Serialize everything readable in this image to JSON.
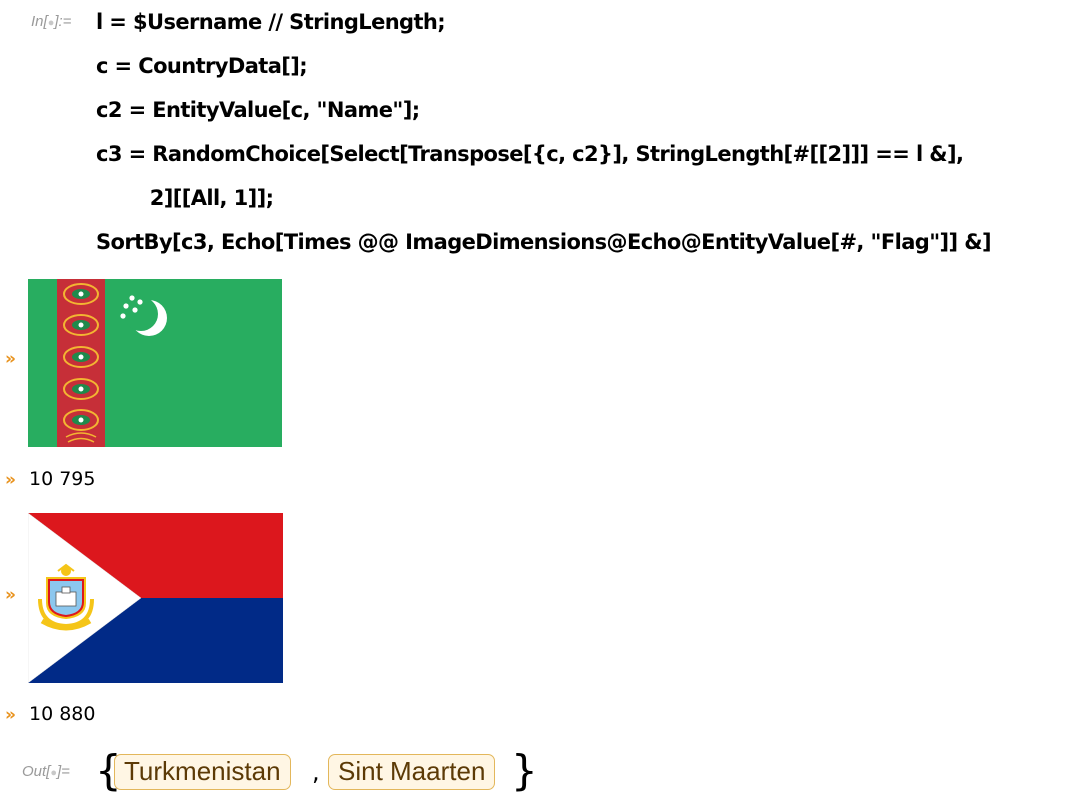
{
  "input": {
    "label_prefix": "In[",
    "label_suffix": "]:=",
    "lines": [
      "l = $Username // StringLength;",
      "c = CountryData[];",
      "c2 = EntityValue[c, \"Name\"];",
      "c3 = RandomChoice[Select[Transpose[{c, c2}], StringLength[#[[2]]] == l &],",
      "        2][[All, 1]];",
      "SortBy[c3, Echo[Times @@ ImageDimensions@Echo@EntityValue[#, \"Flag\"]] &]"
    ]
  },
  "echo_marker": "»",
  "label_dot": "●",
  "echoes": [
    {
      "type": "image",
      "flag": "turkmenistan"
    },
    {
      "type": "text",
      "value": "10 795"
    },
    {
      "type": "image",
      "flag": "sint-maarten"
    },
    {
      "type": "text",
      "value": "10 880"
    }
  ],
  "output": {
    "label_prefix": "Out[",
    "label_suffix": "]=",
    "open_brace": "{",
    "close_brace": "}",
    "separator": ",",
    "entities": [
      "Turkmenistan",
      "Sint Maarten"
    ]
  },
  "colors": {
    "echo_marker": "#e8921d",
    "entity_border": "#e3b75b",
    "entity_background": "#fff6e4",
    "entity_text": "#5c3a06",
    "label_gray": "#9a9a9a",
    "turkmenistan_green": "#28ad60",
    "turkmenistan_red": "#c62f38",
    "sint_maarten_red": "#dc171d",
    "sint_maarten_blue": "#012a87"
  }
}
